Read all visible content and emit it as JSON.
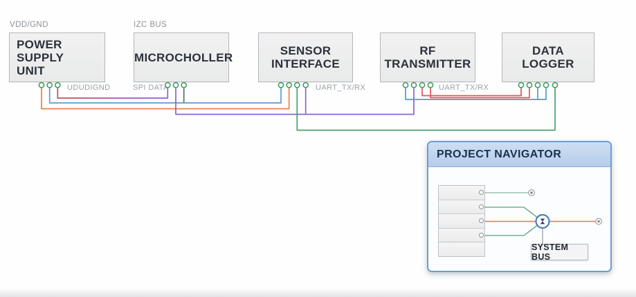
{
  "diagram": {
    "blocks": [
      {
        "id": "power-supply-unit",
        "label": "POWER SUPPLY UNIT",
        "lines": [
          "POWER",
          "SUPPLY",
          "UNIT"
        ],
        "top_label": "VDD/GND",
        "pin_caption": "UDUDIGND"
      },
      {
        "id": "microcontroller",
        "label": "MICROCHOLLER",
        "lines": [
          "MICROCHOLLER"
        ],
        "top_label": "IZC BUS",
        "pin_caption": "SPI DATA"
      },
      {
        "id": "sensor-interface",
        "label": "SENSOR INTERFACE",
        "lines": [
          "SENSOR",
          "INTERFACE"
        ],
        "top_label": "",
        "pin_caption": "UART_TX/RX"
      },
      {
        "id": "rf-transmitter",
        "label": "RF TRANSMITTER",
        "lines": [
          "RF",
          "TRANSMITTER"
        ],
        "top_label": "",
        "pin_caption": "UART_TX/RX"
      },
      {
        "id": "data-logger",
        "label": "DATA LOGGER",
        "lines": [
          "DATA",
          "LOGGER"
        ],
        "top_label": "",
        "pin_caption": ""
      }
    ],
    "colors": {
      "orange": "#e8823c",
      "blue_left": "#5b9bd5",
      "crimson": "#c64a6a",
      "purple": "#8a63cf",
      "gray_stub": "#5c6a74",
      "green": "#44a171",
      "blue_right": "#4f9bd8",
      "red": "#e05555",
      "pin_outline": "#3f9e63"
    }
  },
  "panel": {
    "title": "PROJECT NAVIGATOR",
    "system_bus_label": "SYSTEM BUS",
    "colors": {
      "border": "#6f9cd1",
      "header_text": "#1b2f50",
      "mini_green": "#74b08f",
      "mini_green_muted": "#9cc4ae",
      "mini_orange": "#e87450",
      "hub_blue": "#4a7ec2",
      "hub_glyph": "#2c3c5e"
    }
  }
}
